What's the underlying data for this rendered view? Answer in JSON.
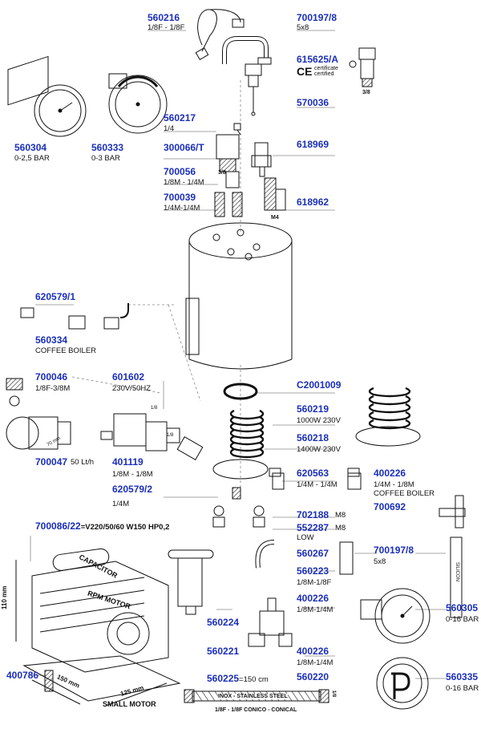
{
  "parts": {
    "p560216": {
      "code": "560216",
      "spec": "1/8F - 1/8F"
    },
    "p700197_8_top": {
      "code": "700197/8",
      "spec": "5x8"
    },
    "p615625A": {
      "code": "615625/A",
      "spec": "",
      "cert_text": "certificate certified",
      "size": "3/8"
    },
    "p570036": {
      "code": "570036"
    },
    "p560217": {
      "code": "560217",
      "spec": "1/4"
    },
    "p300066T": {
      "code": "300066/T",
      "size": "3/8"
    },
    "p618969": {
      "code": "618969"
    },
    "p560304": {
      "code": "560304",
      "spec": "0-2,5 BAR"
    },
    "p560333": {
      "code": "560333",
      "spec": "0-3 BAR"
    },
    "p700056": {
      "code": "700056",
      "spec": "1/8M - 1/4M"
    },
    "p700039": {
      "code": "700039",
      "spec": "1/4M-1/4M"
    },
    "p618962": {
      "code": "618962",
      "size": "M4"
    },
    "p620579_1": {
      "code": "620579/1"
    },
    "p560334": {
      "code": "560334",
      "spec": "COFFEE BOILER"
    },
    "p700046": {
      "code": "700046",
      "spec": "1/8F-3/8M"
    },
    "p601602": {
      "code": "601602",
      "spec": "230V/50HZ"
    },
    "pC2001009": {
      "code": "C2001009"
    },
    "p560219": {
      "code": "560219",
      "spec": "1000W 230V"
    },
    "p560218": {
      "code": "560218",
      "spec": "1400W 230V"
    },
    "p700047": {
      "code": "700047",
      "spec": "50 Lt/h"
    },
    "p401119": {
      "code": "401119",
      "spec": "1/8M - 1/8M"
    },
    "p620563": {
      "code": "620563",
      "spec": "1/4M - 1/4M"
    },
    "p400226_a": {
      "code": "400226",
      "spec": "1/4M - 1/8M",
      "spec2": "COFFEE BOILER"
    },
    "p620579_2": {
      "code": "620579/2",
      "spec": "1/4M"
    },
    "p700692": {
      "code": "700692"
    },
    "p702188": {
      "code": "702188",
      "spec": "M8"
    },
    "p552287": {
      "code": "552287",
      "spec": "M8",
      "spec2": "LOW"
    },
    "p700086_22": {
      "code": "700086/22",
      "spec": "=V220/50/60 W150 HP0,2"
    },
    "p560267": {
      "code": "560267"
    },
    "p700197_8_low": {
      "code": "700197/8",
      "spec": "5x8"
    },
    "p560223": {
      "code": "560223",
      "spec": "1/8M-1/8F"
    },
    "p400226_b": {
      "code": "400226",
      "spec": "1/8M-1/4M"
    },
    "p560224": {
      "code": "560224"
    },
    "p560305": {
      "code": "560305",
      "spec": "0-16 BAR"
    },
    "p560221": {
      "code": "560221"
    },
    "p400226_c": {
      "code": "400226",
      "spec": "1/8M-1/4M"
    },
    "p560220": {
      "code": "560220"
    },
    "p400786": {
      "code": "400786"
    },
    "p560225": {
      "code": "560225",
      "spec": "=150 cm"
    },
    "p560335": {
      "code": "560335",
      "spec": "0-16 BAR"
    }
  },
  "drawing_text": {
    "motor_label": "CAPACITOR",
    "rpm_label": "RPM MOTOR",
    "small_motor": "SMALL MOTOR",
    "dim_110": "110 mm",
    "dim_150": "150 mm",
    "dim_125": "125 mm",
    "dim_70": "70 mm",
    "hose_label": "INOX - STAINLESS STEEL",
    "hose_caption": "1/8F - 1/8F CONICO - CONICAL",
    "hose_end": "1/8",
    "silicon": "SILICON",
    "valve_1_8": "1/8",
    "valve_1_8b": "1/8"
  },
  "colors": {
    "code": "#1b2fb8",
    "ink": "#111111",
    "leader": "#8a8a8a"
  }
}
